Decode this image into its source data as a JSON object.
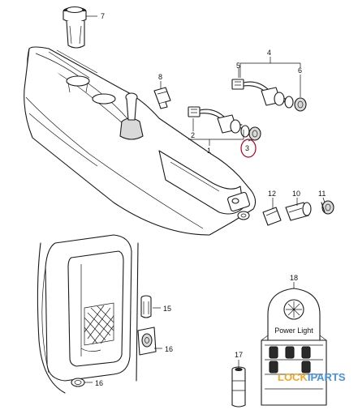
{
  "callouts": [
    {
      "id": "c1",
      "text": "1"
    },
    {
      "id": "c2",
      "text": "2"
    },
    {
      "id": "c3",
      "text": "3"
    },
    {
      "id": "c4",
      "text": "4"
    },
    {
      "id": "c5",
      "text": "5"
    },
    {
      "id": "c6",
      "text": "6"
    },
    {
      "id": "c7",
      "text": "7"
    },
    {
      "id": "c8",
      "text": "8"
    },
    {
      "id": "c10",
      "text": "10"
    },
    {
      "id": "c11",
      "text": "11"
    },
    {
      "id": "c12",
      "text": "12"
    },
    {
      "id": "c15",
      "text": "15"
    },
    {
      "id": "c16a",
      "text": "16"
    },
    {
      "id": "c16b",
      "text": "16"
    },
    {
      "id": "c17",
      "text": "17"
    },
    {
      "id": "c18",
      "text": "18"
    }
  ],
  "box_label": "Power Light",
  "highlight_color": "#b00020",
  "watermark": {
    "text": "LOCKIPARTS",
    "colors": [
      "#f5a623",
      "#4a90e2"
    ]
  }
}
